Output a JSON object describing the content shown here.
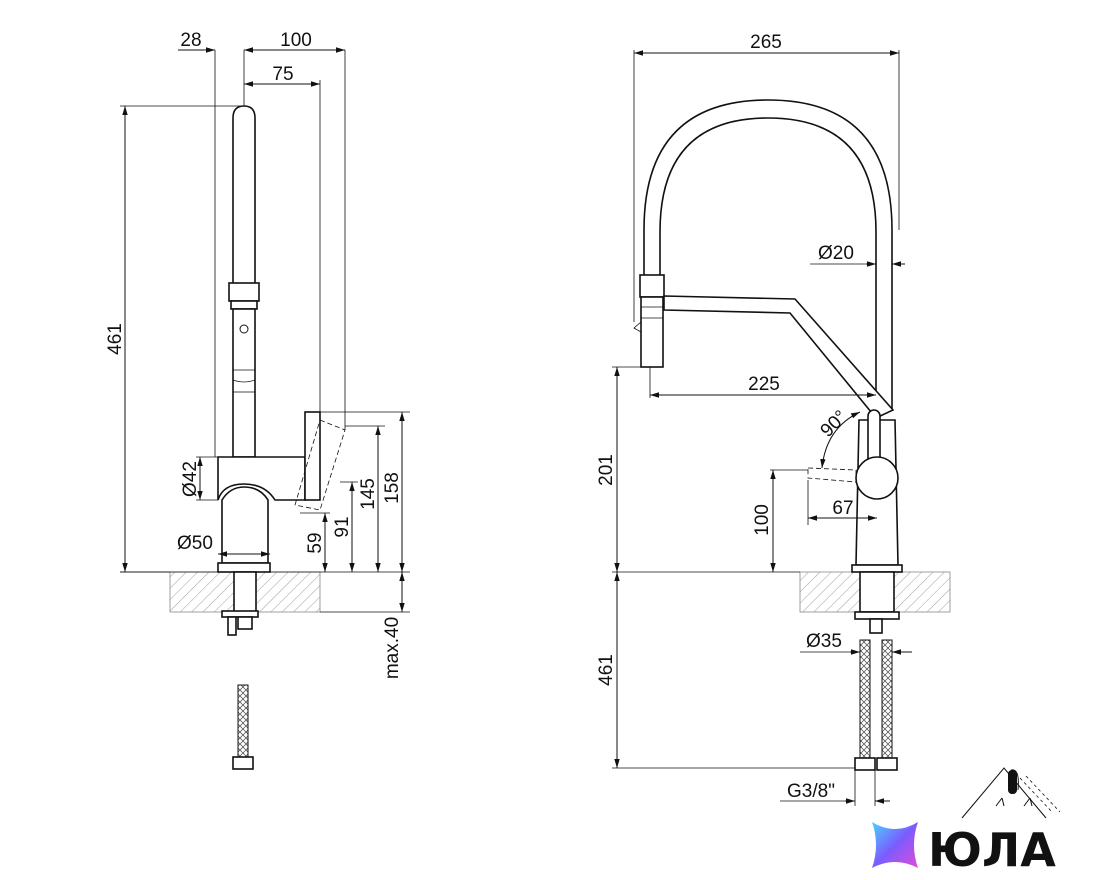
{
  "dimensions": {
    "side": {
      "d28": "28",
      "d100": "100",
      "d75": "75",
      "d461": "461",
      "d42": "Ø42",
      "d50": "Ø50",
      "d59": "59",
      "d91": "91",
      "d145": "145",
      "d158": "158",
      "dmax40": "max.40"
    },
    "front": {
      "d265": "265",
      "d20": "Ø20",
      "d225": "225",
      "d90": "90°",
      "d201": "201",
      "d100": "100",
      "d67": "67",
      "d461": "461",
      "d35": "Ø35",
      "dthread": "G3/8\""
    }
  },
  "brand": {
    "name": "ЮЛА",
    "colors": [
      "#4ad3ff",
      "#7b5cff",
      "#e04cd8"
    ]
  },
  "icons": [
    "faucet-movement-icon"
  ]
}
